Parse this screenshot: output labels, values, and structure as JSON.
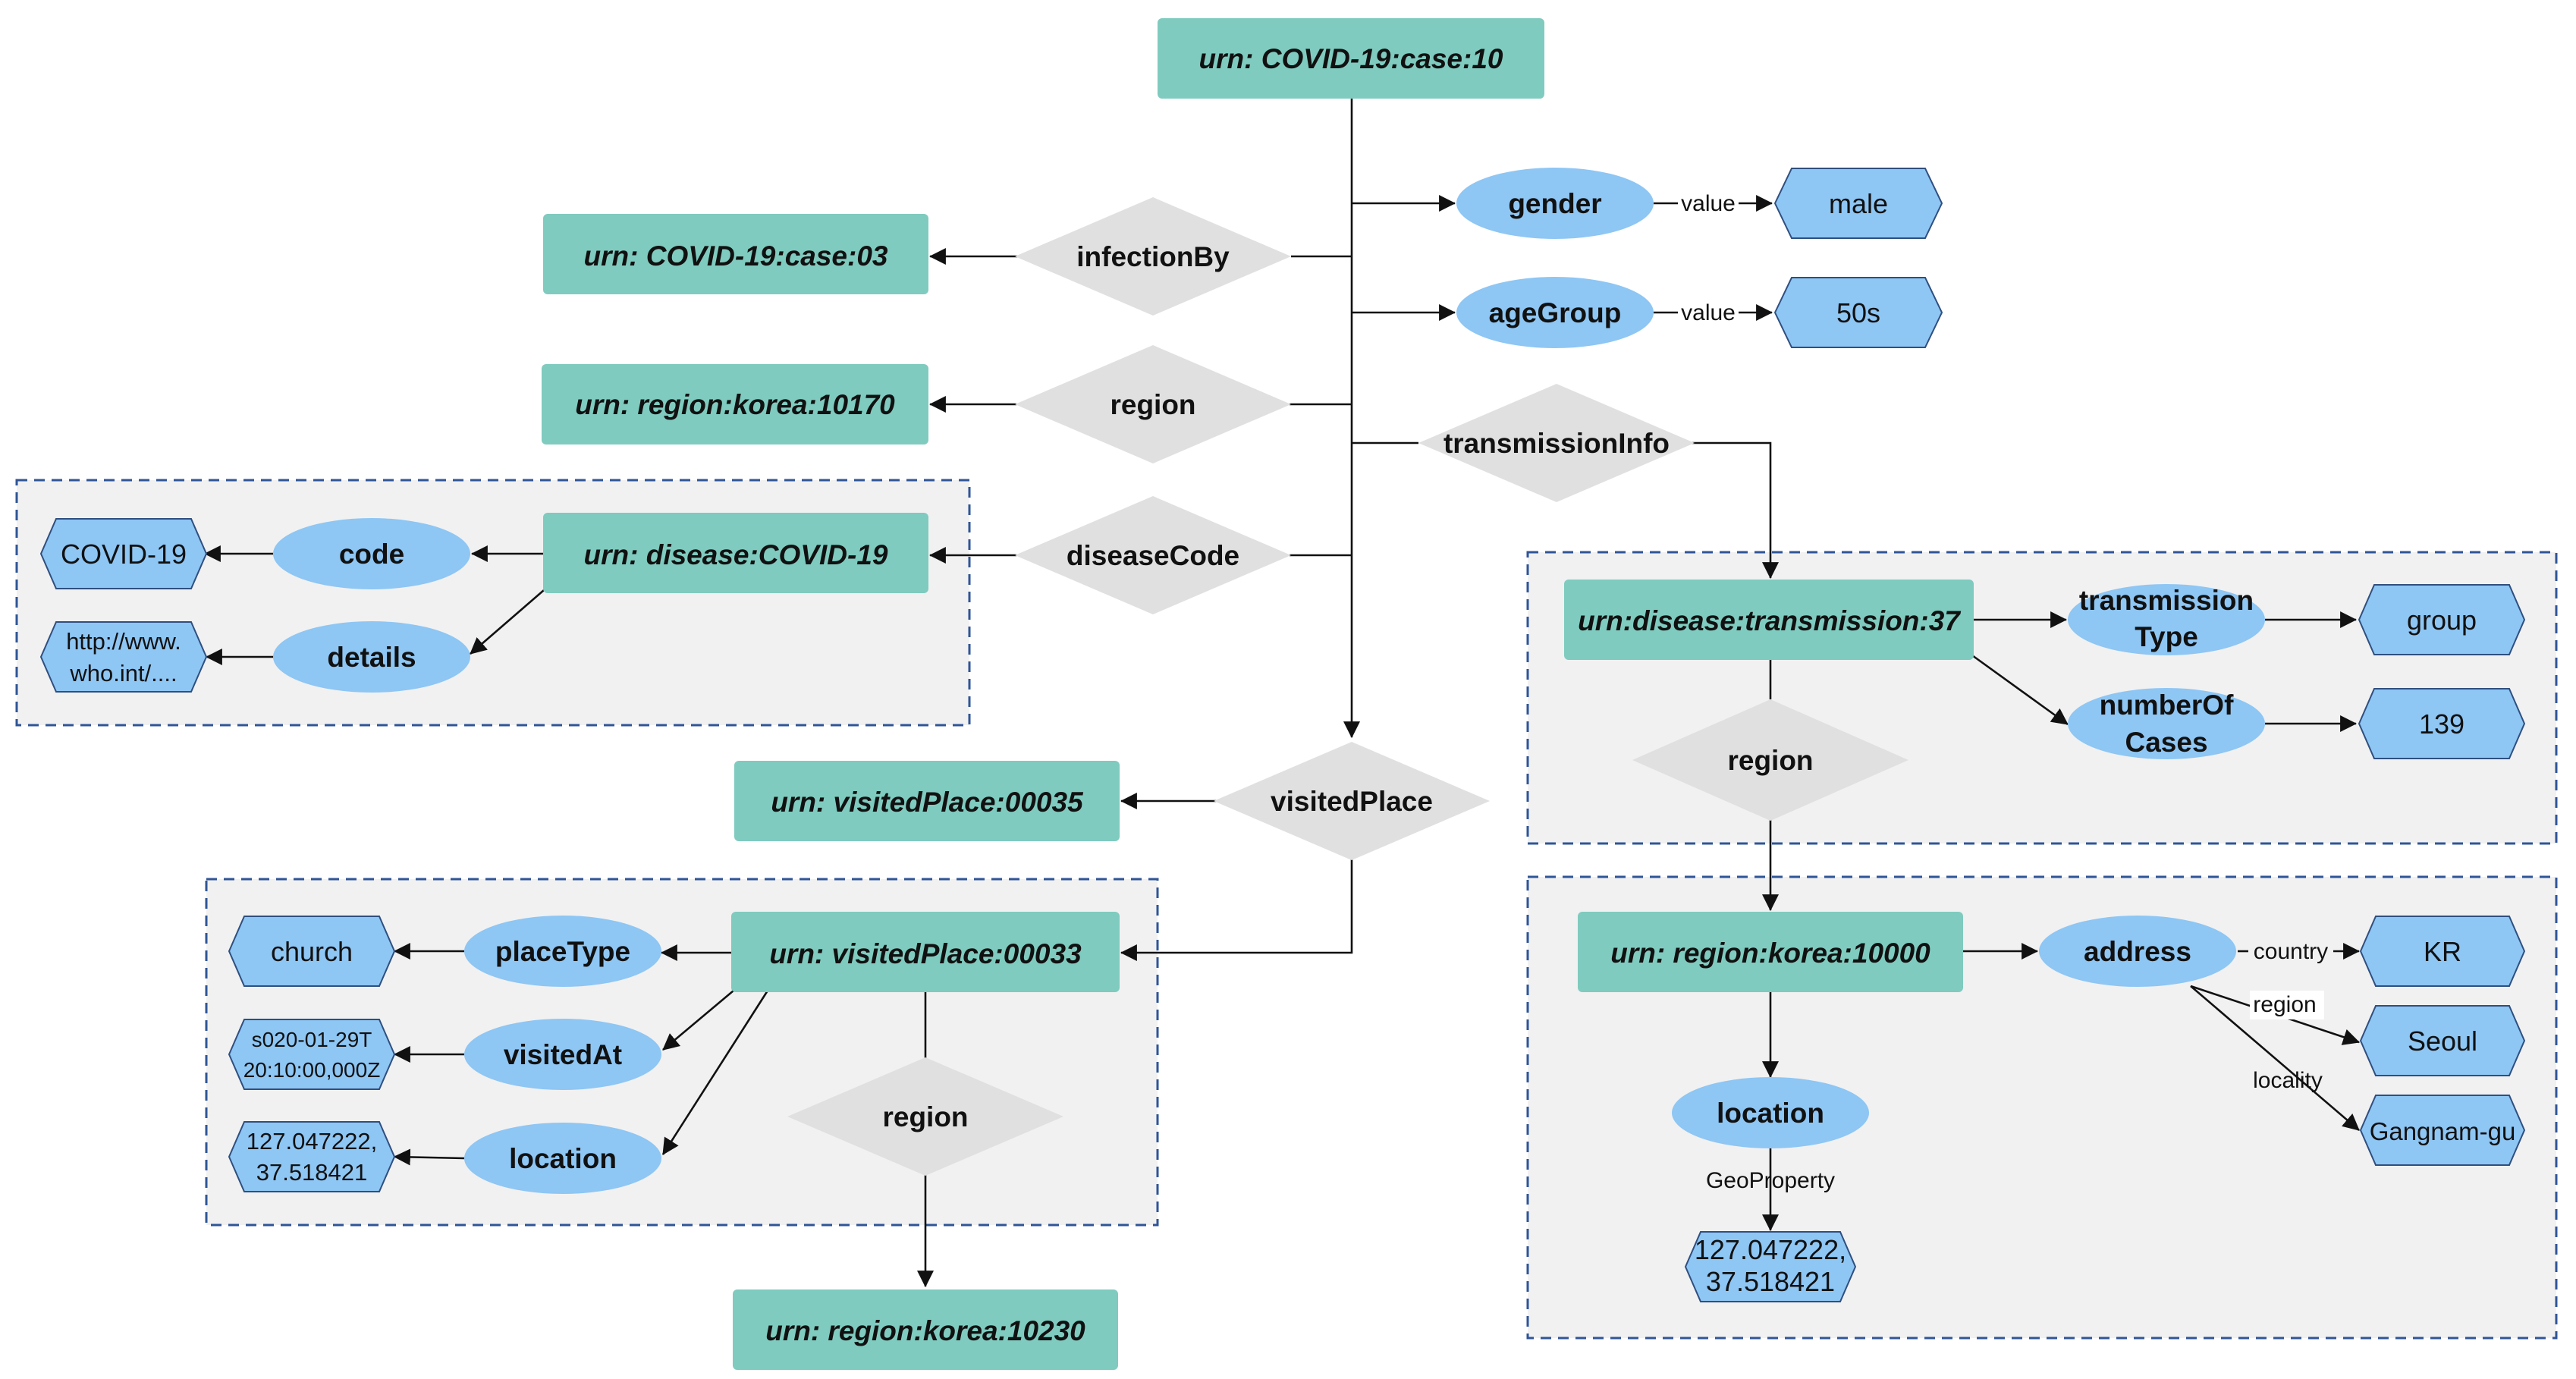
{
  "colors": {
    "entity_fill": "#7fcbbf",
    "relationship_fill": "#e0e0e0",
    "property_fill": "#8ec6f4",
    "value_fill": "#8ec6f4",
    "group_fill": "#f1f1f1",
    "group_border": "#2f5597",
    "edge": "#111111"
  },
  "entities": {
    "case10": "urn: COVID-19:case:10",
    "case03": "urn: COVID-19:case:03",
    "region10170": "urn: region:korea:10170",
    "disease": "urn: disease:COVID-19",
    "visited35": "urn: visitedPlace:00035",
    "visited33": "urn: visitedPlace:00033",
    "region10230": "urn: region:korea:10230",
    "transmission37": "urn:disease:transmission:37",
    "region10000": "urn: region:korea:10000"
  },
  "relationships": {
    "infectionBy": "infectionBy",
    "region1": "region",
    "diseaseCode": "diseaseCode",
    "visitedPlace": "visitedPlace",
    "region2": "region",
    "transmissionInfo": "transmissionInfo",
    "region3": "region"
  },
  "properties": {
    "gender": "gender",
    "ageGroup": "ageGroup",
    "code": "code",
    "details": "details",
    "placeType": "placeType",
    "visitedAt": "visitedAt",
    "location1": "location",
    "transmissionType": [
      "transmission",
      "Type"
    ],
    "numberOfCases": [
      "numberOf",
      "Cases"
    ],
    "address": "address",
    "location2": "location"
  },
  "values": {
    "male": "male",
    "fifties": "50s",
    "covid19": "COVID-19",
    "who": [
      "http://www.",
      "who.int/...."
    ],
    "church": "church",
    "visitedTime": [
      "s020-01-29T",
      "20:10:00,000Z"
    ],
    "coords1": [
      "127.047222,",
      "37.518421"
    ],
    "group": "group",
    "cases139": "139",
    "kr": "KR",
    "seoul": "Seoul",
    "gangnam": "Gangnam-gu",
    "coords2": [
      "127.047222,",
      "37.518421"
    ]
  },
  "edge_labels": {
    "value1": "value",
    "value2": "value",
    "country": "country",
    "region": "region",
    "locality": "locality",
    "geoproperty": "GeoProperty"
  }
}
